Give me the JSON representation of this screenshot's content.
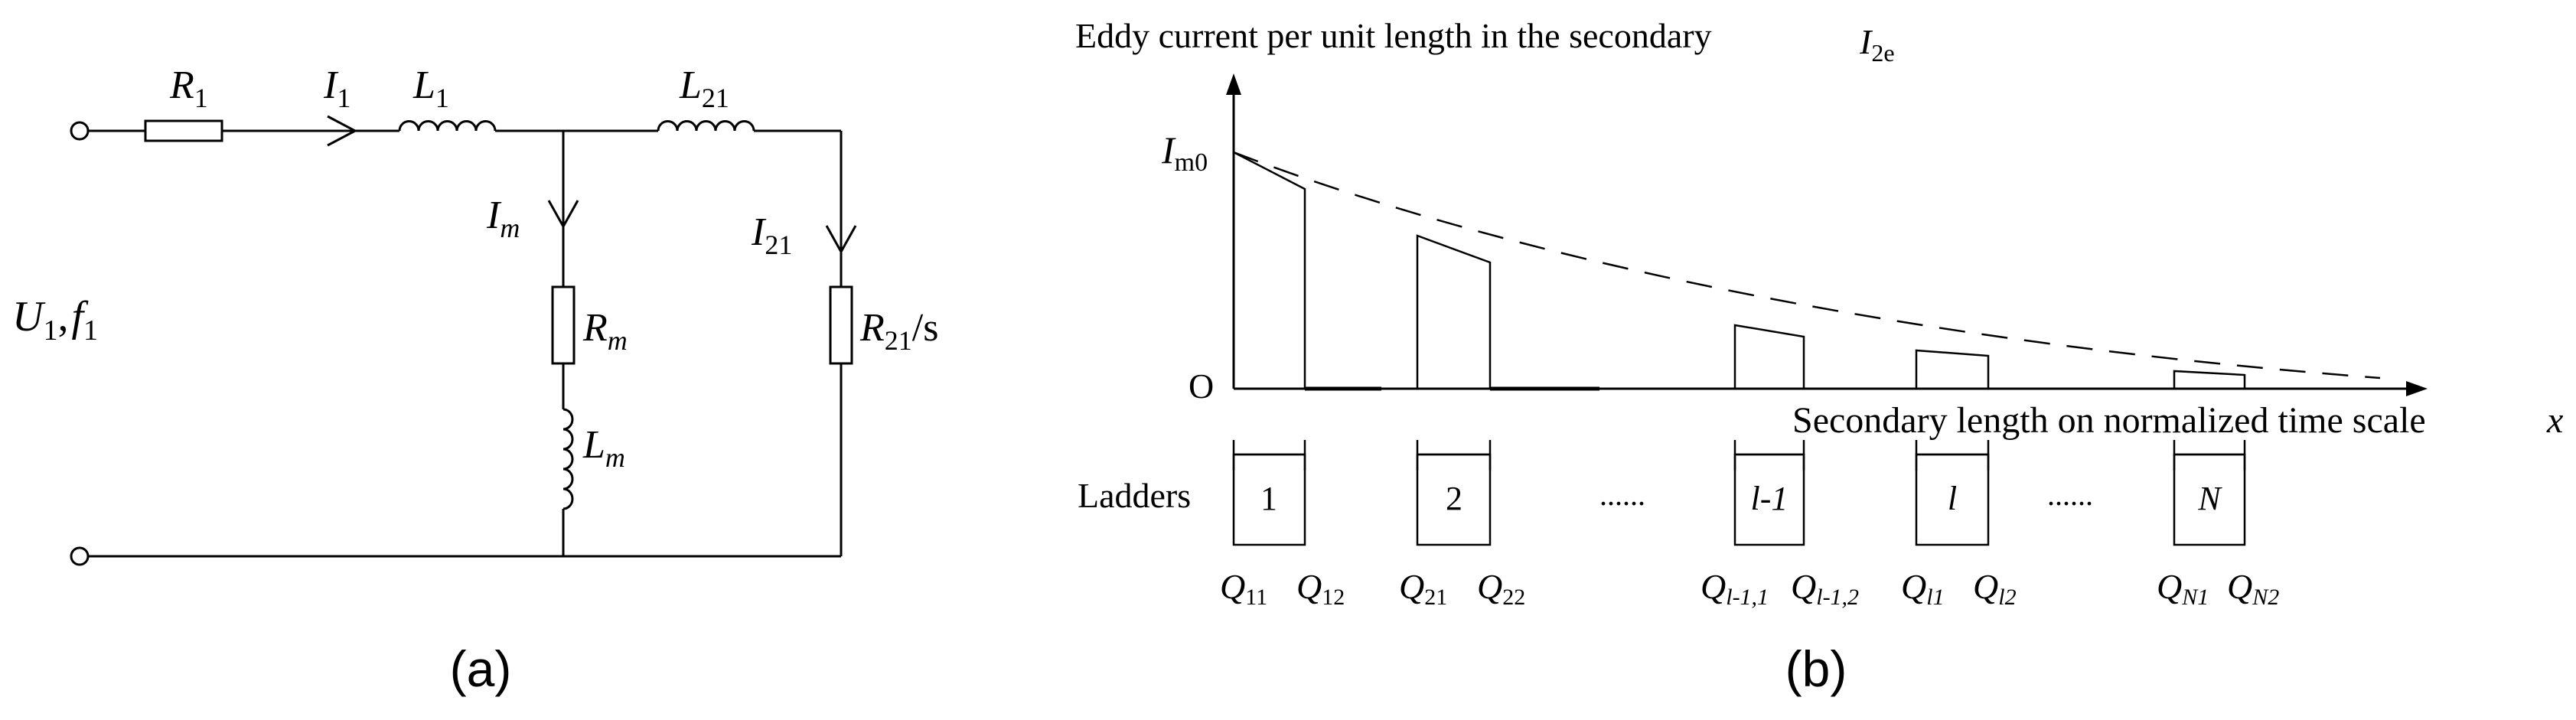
{
  "panel_a": {
    "caption": "(a)",
    "labels": {
      "R1": {
        "base": "R",
        "sub": "1"
      },
      "I1": {
        "base": "I",
        "sub": "1"
      },
      "L1": {
        "base": "L",
        "sub": "1"
      },
      "L21": {
        "base": "L",
        "sub": "21"
      },
      "Im": {
        "base": "I",
        "sub": "m"
      },
      "I21": {
        "base": "I",
        "sub": "21"
      },
      "Rm": {
        "base": "R",
        "sub": "m"
      },
      "Lm": {
        "base": "L",
        "sub": "m"
      },
      "R21s": {
        "base": "R",
        "sub": "21",
        "suffix": "/s"
      },
      "U1f1": {
        "u": "U",
        "usub": "1",
        "sep": ",",
        "f": "f",
        "fsub": "1"
      }
    }
  },
  "panel_b": {
    "caption": "(b)",
    "y_axis_label": "Eddy current per unit length in the secondary",
    "y_symbol": {
      "base": "I",
      "sub": "2e"
    },
    "im0": {
      "base": "I",
      "sub": "m0"
    },
    "origin": "O",
    "x_axis_label": "Secondary length on normalized time scale",
    "x_symbol": "x",
    "ladders_label": "Ladders",
    "ellipsis": "......",
    "ladders": [
      {
        "label": "1",
        "q1": {
          "b": "Q",
          "s": "11"
        },
        "q2": {
          "b": "Q",
          "s": "12"
        }
      },
      {
        "label": "2",
        "q1": {
          "b": "Q",
          "s": "21"
        },
        "q2": {
          "b": "Q",
          "s": "22"
        }
      },
      {
        "label": "l-1",
        "q1": {
          "b": "Q",
          "s": "l-1,1"
        },
        "q2": {
          "b": "Q",
          "s": "l-1,2"
        }
      },
      {
        "label": "l",
        "q1": {
          "b": "Q",
          "s": "l1"
        },
        "q2": {
          "b": "Q",
          "s": "l2"
        }
      },
      {
        "label": "N",
        "q1": {
          "b": "Q",
          "s": "N1"
        },
        "q2": {
          "b": "Q",
          "s": "N2"
        }
      }
    ]
  }
}
